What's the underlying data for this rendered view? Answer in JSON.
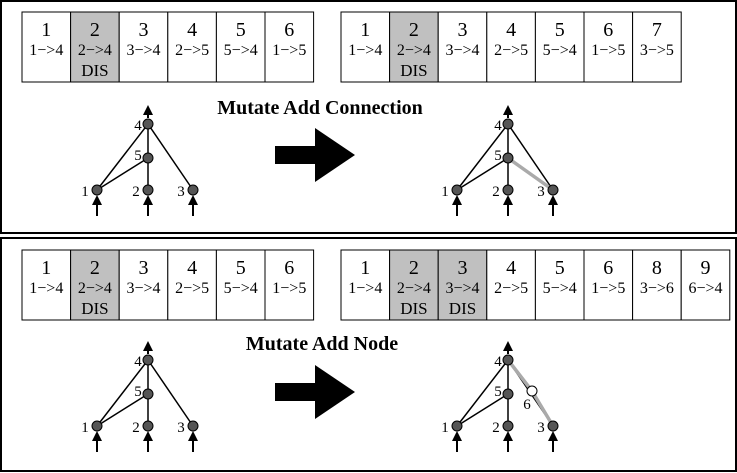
{
  "colors": {
    "disabled_gene": "#c0c0c0",
    "new_edge": "#aaaaaa",
    "node_fill": "#555555",
    "new_node_fill": "#ffffff"
  },
  "panels": [
    {
      "title": "Mutate Add Connection",
      "before_genome": [
        {
          "innovation": "1",
          "connection": "1−>4",
          "status": ""
        },
        {
          "innovation": "2",
          "connection": "2−>4",
          "status": "DIS"
        },
        {
          "innovation": "3",
          "connection": "3−>4",
          "status": ""
        },
        {
          "innovation": "4",
          "connection": "2−>5",
          "status": ""
        },
        {
          "innovation": "5",
          "connection": "5−>4",
          "status": ""
        },
        {
          "innovation": "6",
          "connection": "1−>5",
          "status": ""
        }
      ],
      "after_genome": [
        {
          "innovation": "1",
          "connection": "1−>4",
          "status": ""
        },
        {
          "innovation": "2",
          "connection": "2−>4",
          "status": "DIS"
        },
        {
          "innovation": "3",
          "connection": "3−>4",
          "status": ""
        },
        {
          "innovation": "4",
          "connection": "2−>5",
          "status": ""
        },
        {
          "innovation": "5",
          "connection": "5−>4",
          "status": ""
        },
        {
          "innovation": "6",
          "connection": "1−>5",
          "status": ""
        },
        {
          "innovation": "7",
          "connection": "3−>5",
          "status": ""
        }
      ],
      "before_network": {
        "node_labels": [
          "4",
          "5",
          "1",
          "2",
          "3"
        ]
      },
      "after_network": {
        "node_labels": [
          "4",
          "5",
          "1",
          "2",
          "3"
        ]
      },
      "new_edge": "3−>5"
    },
    {
      "title": "Mutate Add Node",
      "before_genome": [
        {
          "innovation": "1",
          "connection": "1−>4",
          "status": ""
        },
        {
          "innovation": "2",
          "connection": "2−>4",
          "status": "DIS"
        },
        {
          "innovation": "3",
          "connection": "3−>4",
          "status": ""
        },
        {
          "innovation": "4",
          "connection": "2−>5",
          "status": ""
        },
        {
          "innovation": "5",
          "connection": "5−>4",
          "status": ""
        },
        {
          "innovation": "6",
          "connection": "1−>5",
          "status": ""
        }
      ],
      "after_genome": [
        {
          "innovation": "1",
          "connection": "1−>4",
          "status": ""
        },
        {
          "innovation": "2",
          "connection": "2−>4",
          "status": "DIS"
        },
        {
          "innovation": "3",
          "connection": "3−>4",
          "status": "DIS"
        },
        {
          "innovation": "4",
          "connection": "2−>5",
          "status": ""
        },
        {
          "innovation": "5",
          "connection": "5−>4",
          "status": ""
        },
        {
          "innovation": "6",
          "connection": "1−>5",
          "status": ""
        },
        {
          "innovation": "8",
          "connection": "3−>6",
          "status": ""
        },
        {
          "innovation": "9",
          "connection": "6−>4",
          "status": ""
        }
      ],
      "before_network": {
        "node_labels": [
          "4",
          "5",
          "1",
          "2",
          "3"
        ]
      },
      "after_network": {
        "node_labels": [
          "4",
          "5",
          "6",
          "1",
          "2",
          "3"
        ]
      },
      "new_node": "6"
    }
  ]
}
